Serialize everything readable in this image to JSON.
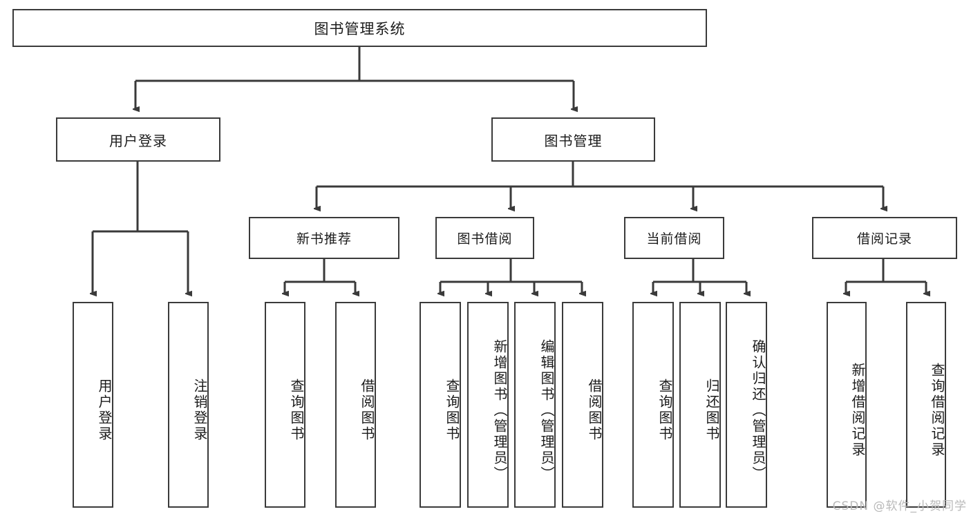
{
  "diagram": {
    "type": "tree",
    "title": "图书管理系统",
    "watermark": "CSDN @软件_小贺同学",
    "colors": {
      "box_border": "#3a3a3a",
      "box_fill": "#ffffff",
      "edge": "#3a3a3a",
      "text": "#1b1b1b",
      "watermark": "#b9b9b9"
    },
    "root": {
      "label": "图书管理系统"
    },
    "level2": [
      {
        "label": "用户登录"
      },
      {
        "label": "图书管理"
      }
    ],
    "level3": [
      {
        "label": "新书推荐"
      },
      {
        "label": "图书借阅"
      },
      {
        "label": "当前借阅"
      },
      {
        "label": "借阅记录"
      }
    ],
    "leaves": {
      "user_login": [
        {
          "label": "用户登录"
        },
        {
          "label": "注销登录"
        }
      ],
      "new_book": [
        {
          "label": "查询图书"
        },
        {
          "label": "借阅图书"
        }
      ],
      "book_borrow": [
        {
          "label": "查询图书"
        },
        {
          "label": "新增图书（管理员）"
        },
        {
          "label": "编辑图书（管理员）"
        },
        {
          "label": "借阅图书"
        }
      ],
      "current_borrow": [
        {
          "label": "查询图书"
        },
        {
          "label": "归还图书"
        },
        {
          "label": "确认归还（管理员）"
        }
      ],
      "borrow_record": [
        {
          "label": "新增借阅记录"
        },
        {
          "label": "查询借阅记录"
        }
      ]
    }
  }
}
